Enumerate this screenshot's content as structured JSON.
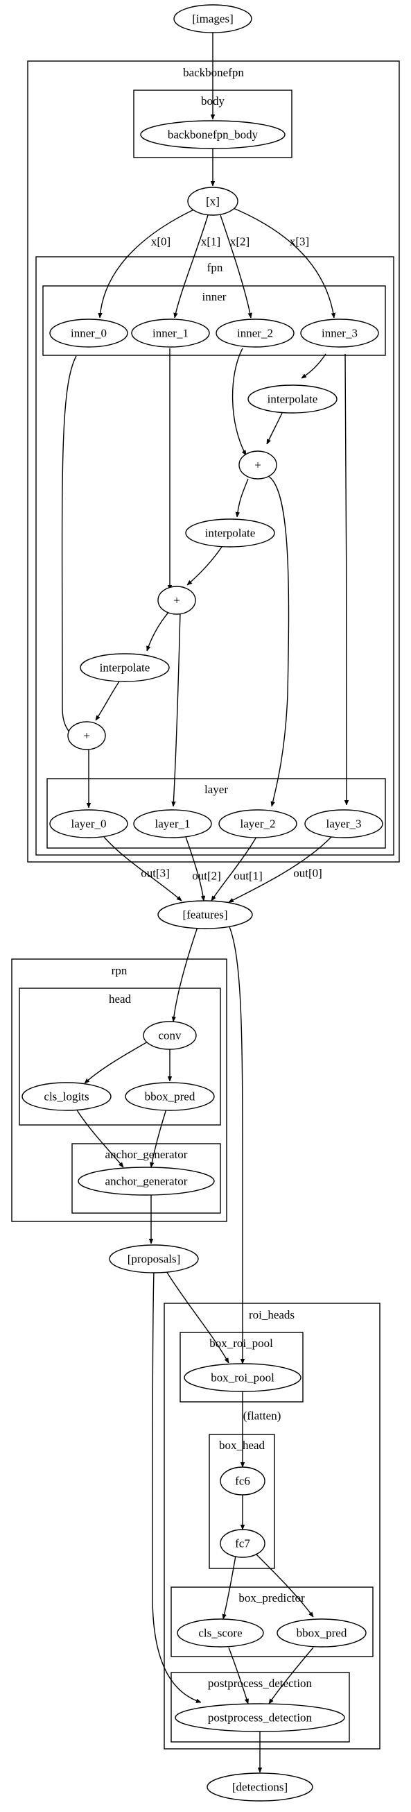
{
  "nodes": {
    "images": "[images]",
    "backbonefpn_body": "backbonefpn_body",
    "x": "[x]",
    "inner_0": "inner_0",
    "inner_1": "inner_1",
    "inner_2": "inner_2",
    "inner_3": "inner_3",
    "interpolate_3": "interpolate",
    "add_2": "+",
    "interpolate_2": "interpolate",
    "add_1": "+",
    "interpolate_1": "interpolate",
    "add_0": "+",
    "layer_0": "layer_0",
    "layer_1": "layer_1",
    "layer_2": "layer_2",
    "layer_3": "layer_3",
    "features": "[features]",
    "conv": "conv",
    "cls_logits": "cls_logits",
    "bbox_pred_rpn": "bbox_pred",
    "anchor_generator": "anchor_generator",
    "proposals": "[proposals]",
    "box_roi_pool": "box_roi_pool",
    "fc6": "fc6",
    "fc7": "fc7",
    "cls_score": "cls_score",
    "bbox_pred": "bbox_pred",
    "postprocess_detection": "postprocess_detection",
    "detections": "[detections]"
  },
  "clusters": {
    "backbonefpn": "backbonefpn",
    "body": "body",
    "fpn": "fpn",
    "inner": "inner",
    "layer": "layer",
    "rpn": "rpn",
    "head": "head",
    "anchor_generator": "anchor_generator",
    "roi_heads": "roi_heads",
    "box_roi_pool": "box_roi_pool",
    "box_head": "box_head",
    "box_predictor": "box_predictor",
    "postprocess_detection": "postprocess_detection"
  },
  "edge_labels": {
    "x0": "x[0]",
    "x1": "x[1]",
    "x2": "x[2]",
    "x3": "x[3]",
    "out3": "out[3]",
    "out2": "out[2]",
    "out1": "out[1]",
    "out0": "out[0]",
    "flatten": "(flatten)"
  }
}
